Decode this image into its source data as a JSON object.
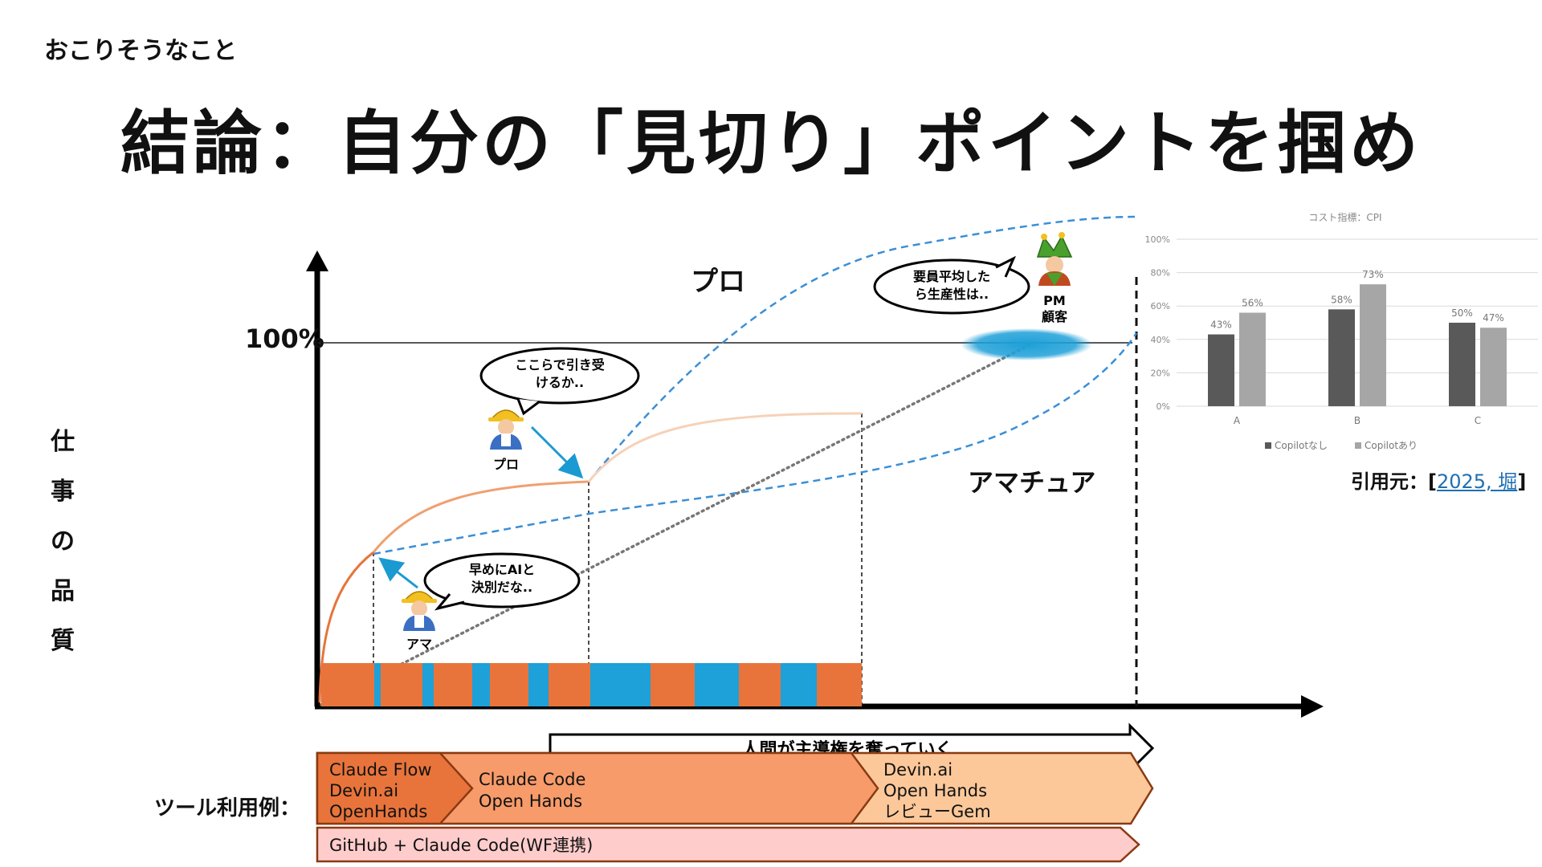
{
  "header": {
    "section_label": "おこりそうなこと",
    "title": "結論：自分の「見切り」ポイントを掴め"
  },
  "diagram": {
    "y_axis_label": [
      "仕",
      "事",
      "の",
      "品",
      "質"
    ],
    "y_100_label": "100%",
    "pro_label": "プロ",
    "amateur_label": "アマチュア",
    "pro_icon_label": "プロ",
    "amateur_icon_label": "アマ",
    "pm_label_line1": "PM",
    "pm_label_line2": "顧客",
    "bubble_pro": [
      "ここらで引き受",
      "けるか.."
    ],
    "bubble_amateur": [
      "早めにAIと",
      "決別だな.."
    ],
    "bubble_pm": [
      "要員平均した",
      "ら生産性は.."
    ],
    "initiative_arrow_text": "人間が主導権を奪っていく",
    "tool_usage_label": "ツール利用例：",
    "tool_stage1": [
      "Claude Flow",
      "Devin.ai",
      "OpenHands"
    ],
    "tool_stage2": [
      "Claude Code",
      "Open Hands"
    ],
    "tool_stage3": [
      "Devin.ai",
      "Open Hands",
      "レビューGem"
    ],
    "tool_bottom": "GitHub + Claude Code(WF連携)"
  },
  "citation": {
    "prefix": "引用元：[",
    "link_text": "2025, 堀",
    "suffix": "]"
  },
  "chart_data": {
    "type": "bar",
    "title": "コスト指標：CPI",
    "categories": [
      "A",
      "B",
      "C"
    ],
    "series": [
      {
        "name": "Copilotなし",
        "values": [
          43,
          58,
          50
        ],
        "color": "#595959"
      },
      {
        "name": "Copilotあり",
        "values": [
          56,
          73,
          47
        ],
        "color": "#a6a6a6"
      }
    ],
    "ylim": [
      0,
      100
    ],
    "yticks": [
      "0%",
      "20%",
      "40%",
      "60%",
      "80%",
      "100%"
    ],
    "value_labels": [
      [
        "43%",
        "58%",
        "50%"
      ],
      [
        "56%",
        "73%",
        "47%"
      ]
    ],
    "legend_position": "bottom",
    "grid": true
  },
  "colors": {
    "orange": "#e8743b",
    "blue": "#1ea0d8",
    "dashed_blue": "#3b8fd6",
    "arrow_teal": "#1b9ad2",
    "stage1": "#e8743b",
    "stage2": "#f79b6a",
    "stage3": "#fcc89a",
    "tool_bottom": "#ffcccc",
    "tool_border": "#8a3a12"
  }
}
